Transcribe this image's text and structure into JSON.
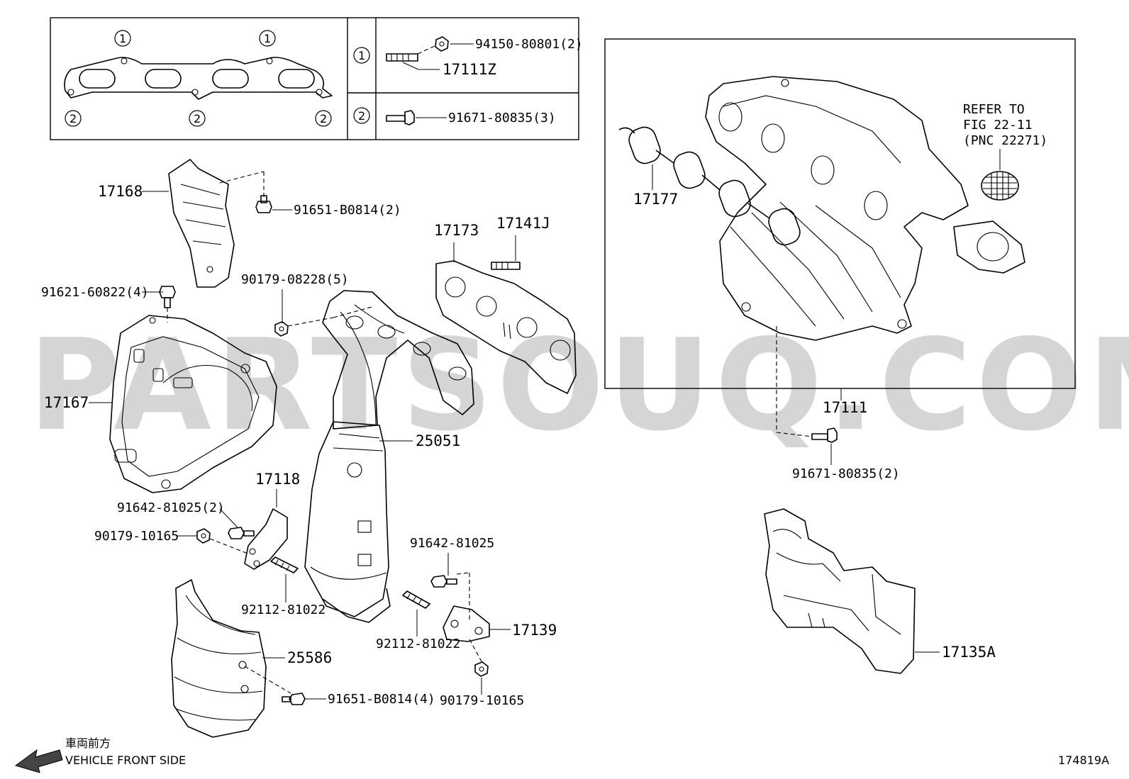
{
  "watermark": "PARTSOUQ.COM",
  "legend": {
    "marker_1": "1",
    "marker_2": "2",
    "row1_part_a": "94150-80801(2)",
    "row1_part_b": "17111Z",
    "row2_part": "91671-80835(3)"
  },
  "labels": {
    "p17168": "17168",
    "p91651_top": "91651-B0814(2)",
    "p91621": "91621-60822(4)",
    "p90179_08228": "90179-08228(5)",
    "p17173": "17173",
    "p17141J": "17141J",
    "p17167": "17167",
    "p25051": "25051",
    "p17118": "17118",
    "p91642_2": "91642-81025(2)",
    "p90179_10165_a": "90179-10165",
    "p92112_a": "92112-81022",
    "p91642": "91642-81025",
    "p92112_b": "92112-81022",
    "p17139": "17139",
    "p25586": "25586",
    "p91651_bottom": "91651-B0814(4)",
    "p90179_10165_b": "90179-10165",
    "p17177": "17177",
    "p17111": "17111",
    "p91671_2": "91671-80835(2)",
    "p17135A": "17135A"
  },
  "refer_note": {
    "line1": "REFER TO",
    "line2": "FIG 22-11",
    "line3": "(PNC 22271)"
  },
  "orientation": {
    "japanese": "車両前方",
    "english": "VEHICLE FRONT SIDE"
  },
  "figure_id": "174819A"
}
